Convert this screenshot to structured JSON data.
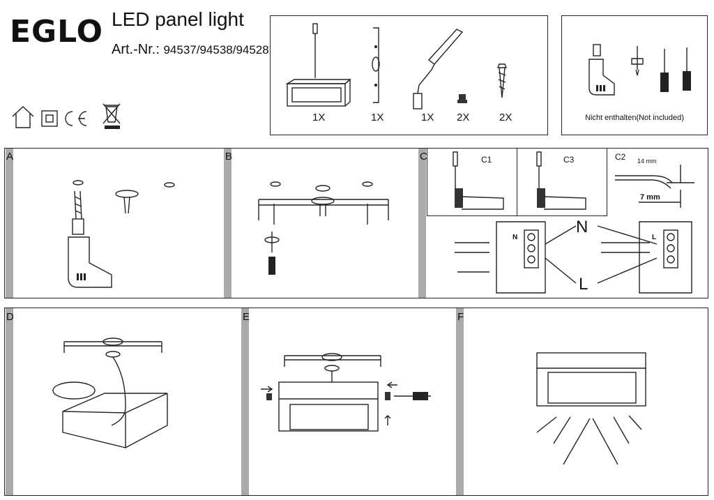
{
  "header": {
    "brand": "EGLO",
    "title": "LED panel light",
    "artnr_prefix": "Art.-Nr.:",
    "artnr_numbers": "94537/94538/94528"
  },
  "contents": {
    "quantities": [
      "1X",
      "1X",
      "1X",
      "2X",
      "2X"
    ]
  },
  "tools_box": {
    "caption": "Nicht enthalten(Not included)"
  },
  "steps": {
    "A": "A",
    "B": "B",
    "C": "C",
    "D": "D",
    "E": "E",
    "F": "F",
    "c1": "C1",
    "c2": "C2",
    "c3": "C3"
  },
  "wiring": {
    "strip_length": "14 mm",
    "core_length": "7 mm",
    "neutral": "N",
    "live": "L",
    "terminal_n": "N",
    "terminal_l": "L"
  },
  "icons": [
    "indoor-house-icon",
    "protection-class-icon",
    "ce-mark-icon",
    "weee-crossed-bin-icon"
  ]
}
